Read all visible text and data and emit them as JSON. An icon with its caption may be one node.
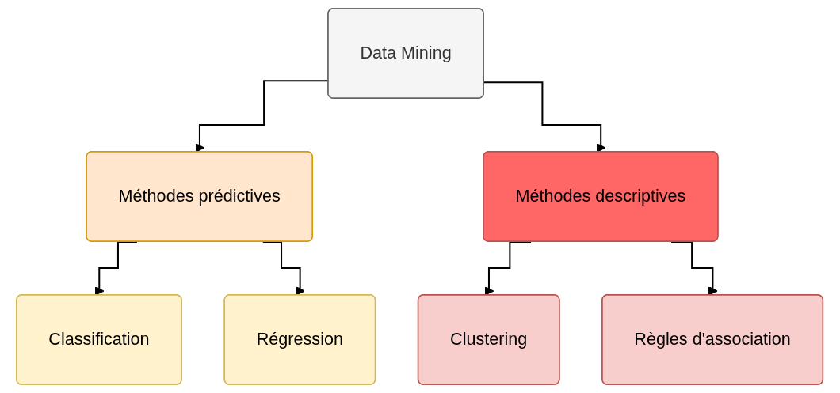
{
  "diagram": {
    "nodes": [
      {
        "text": [
          "Data Mining"
        ]
      },
      {
        "text": [
          "Méthodes prédictives"
        ]
      },
      {
        "text": [
          "Méthodes descriptives"
        ]
      },
      {
        "text": [
          "Classification"
        ]
      },
      {
        "text": [
          "Régression"
        ]
      },
      {
        "text": [
          "Clustering"
        ]
      },
      {
        "text": [
          "Règles d'association"
        ]
      }
    ],
    "edges": [
      {
        "from": 0,
        "to": 1,
        "arrow": "to"
      },
      {
        "from": 0,
        "to": 2,
        "arrow": "to"
      },
      {
        "from": 1,
        "to": 3,
        "arrow": "to"
      },
      {
        "from": 1,
        "to": 4,
        "arrow": "to"
      },
      {
        "from": 2,
        "to": 5,
        "arrow": "to"
      },
      {
        "from": 2,
        "to": 6,
        "arrow": "to"
      }
    ]
  }
}
